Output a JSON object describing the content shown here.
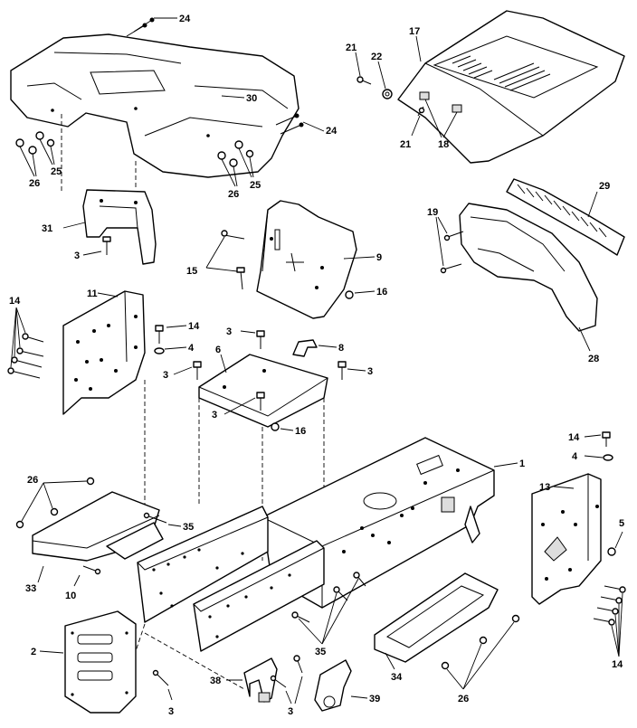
{
  "callouts": {
    "c1": "1",
    "c2": "2",
    "c3": "3",
    "c4": "4",
    "c5": "5",
    "c6": "6",
    "c8": "8",
    "c9": "9",
    "c10": "10",
    "c11": "11",
    "c13": "13",
    "c14": "14",
    "c15": "15",
    "c16": "16",
    "c17": "17",
    "c18": "18",
    "c19": "19",
    "c21": "21",
    "c22": "22",
    "c24": "24",
    "c25": "25",
    "c26": "26",
    "c28": "28",
    "c29": "29",
    "c30": "30",
    "c31": "31",
    "c33": "33",
    "c34": "34",
    "c35": "35",
    "c38": "38",
    "c39": "39"
  }
}
